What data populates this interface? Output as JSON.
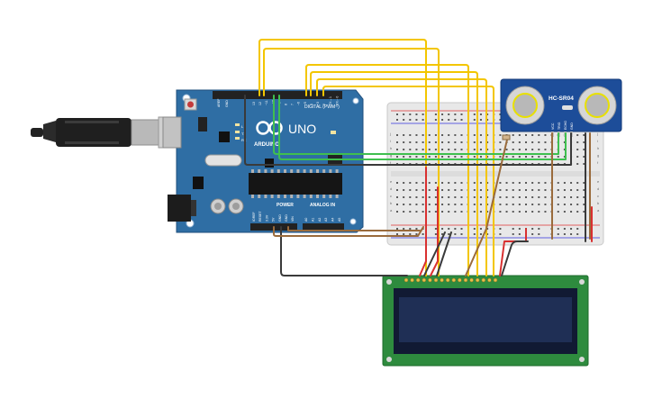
{
  "arduino": {
    "brand": "ARDUINO",
    "model": "UNO",
    "digital_label": "DIGITAL (PWM~)",
    "power_label": "POWER",
    "analog_label": "ANALOG IN",
    "tx_label": "TX",
    "rx_label": "RX",
    "l_label": "L",
    "aref_label": "AREF",
    "gnd_label": "GND",
    "pin_labels": [
      "13",
      "12",
      "~11",
      "~10",
      "~9",
      "8",
      "7",
      "~6",
      "~5",
      "4",
      "~3",
      "2",
      "TX→1",
      "RX←0"
    ],
    "power_pins": [
      "IOREF",
      "RESET",
      "3.3V",
      "5V",
      "GND",
      "GND",
      "VIN"
    ],
    "analog_pins": [
      "A0",
      "A1",
      "A2",
      "A3",
      "A4",
      "A5"
    ]
  },
  "sensor": {
    "model": "HC-SR04",
    "pins": [
      "VCC",
      "TRIG",
      "ECHO",
      "GND"
    ]
  },
  "breadboard": {
    "row_letters": [
      "a",
      "b",
      "c",
      "d",
      "e",
      "f",
      "g",
      "h",
      "i",
      "j"
    ]
  },
  "colors": {
    "arduino_blue": "#2f6ea4",
    "wire_yellow": "#f3c600",
    "wire_green": "#3fbf4f",
    "wire_red": "#d93030",
    "wire_black": "#3a3a3a",
    "wire_brown": "#9a6b3c",
    "lcd_pcb": "#2e8b3e",
    "lcd_screen": "#1f2f55",
    "sensor_blue": "#1d4d99"
  }
}
